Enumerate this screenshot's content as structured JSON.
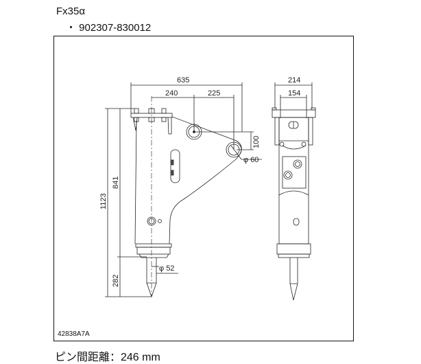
{
  "model": "Fx35α",
  "part_number": "・ 902307-830012",
  "drawing_code": "42838A7A",
  "pin_distance": "ピン間距離：246 mm",
  "dimensions": {
    "overall_width": "635",
    "pin_offset_1": "240",
    "pin_offset_2": "225",
    "pin_vertical": "100",
    "pin_diameter": "φ 60",
    "tool_diameter": "φ 52",
    "overall_height": "1123",
    "body_height": "841",
    "tool_length": "282",
    "front_width": "214",
    "front_inner_width": "154"
  }
}
